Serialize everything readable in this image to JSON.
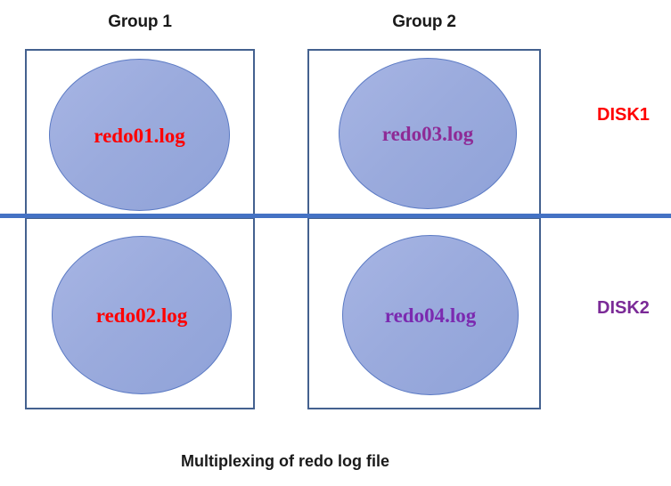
{
  "diagram": {
    "caption": "Multiplexing of redo log file",
    "colors": {
      "box_border": "#44618f",
      "divider": "#4472c4",
      "ellipse_fill": "#9babdd",
      "ellipse_border": "#5b7ac4",
      "red": "#ff0000",
      "purple": "#7b2a97",
      "heading": "#1a1a1a"
    },
    "groups": [
      {
        "label": "Group 1"
      },
      {
        "label": "Group 2"
      }
    ],
    "disks": [
      {
        "label": "DISK1",
        "color": "#ff0000"
      },
      {
        "label": "DISK2",
        "color": "#7b2a97"
      }
    ],
    "redo_logs": [
      {
        "label": "redo01.log",
        "group": "Group 1",
        "disk": "DISK1",
        "color": "#ff0000"
      },
      {
        "label": "redo03.log",
        "group": "Group 2",
        "disk": "DISK1",
        "color": "#8e2b96"
      },
      {
        "label": "redo02.log",
        "group": "Group 1",
        "disk": "DISK2",
        "color": "#ff0000"
      },
      {
        "label": "redo04.log",
        "group": "Group 2",
        "disk": "DISK2",
        "color": "#7b2ab0"
      }
    ]
  }
}
